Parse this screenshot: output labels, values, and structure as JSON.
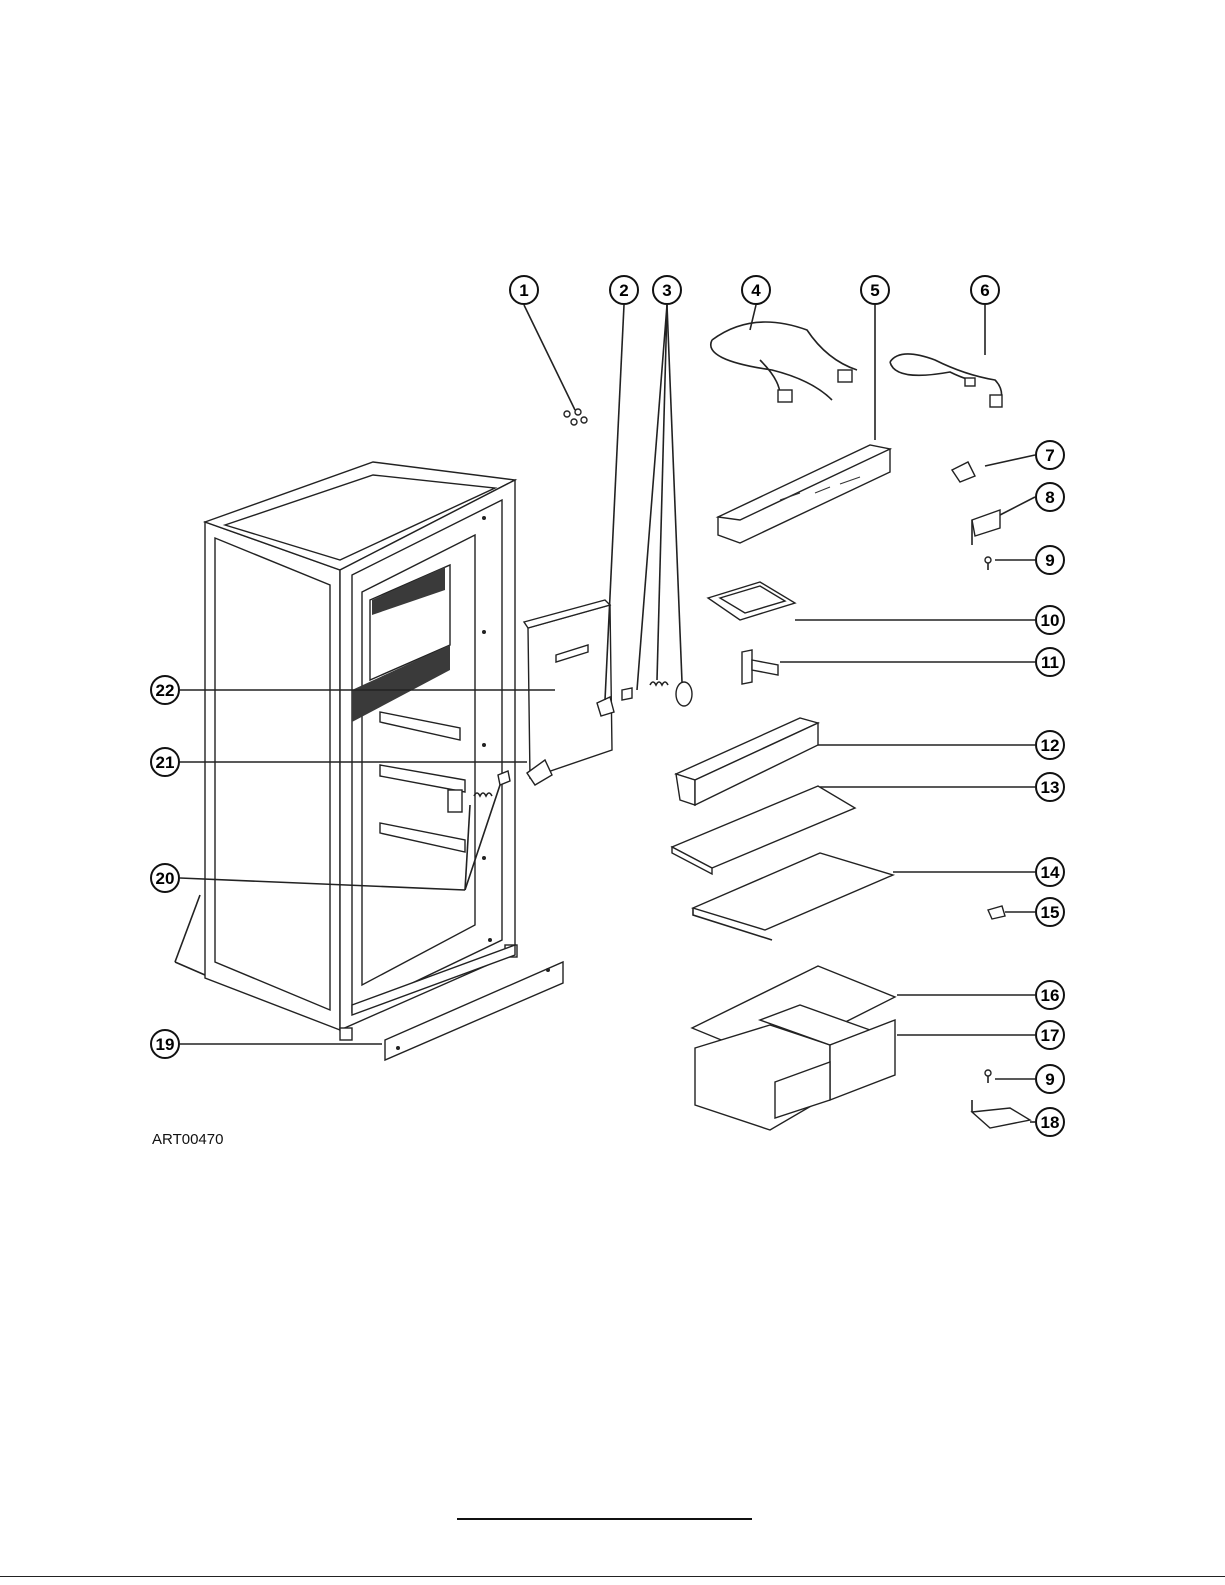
{
  "figure": {
    "art_code": "ART00470",
    "callouts": [
      {
        "id": "callout-1",
        "label": "1"
      },
      {
        "id": "callout-2",
        "label": "2"
      },
      {
        "id": "callout-3",
        "label": "3"
      },
      {
        "id": "callout-4",
        "label": "4"
      },
      {
        "id": "callout-5",
        "label": "5"
      },
      {
        "id": "callout-6",
        "label": "6"
      },
      {
        "id": "callout-7",
        "label": "7"
      },
      {
        "id": "callout-8",
        "label": "8"
      },
      {
        "id": "callout-9a",
        "label": "9"
      },
      {
        "id": "callout-10",
        "label": "10"
      },
      {
        "id": "callout-11",
        "label": "11"
      },
      {
        "id": "callout-12",
        "label": "12"
      },
      {
        "id": "callout-13",
        "label": "13"
      },
      {
        "id": "callout-14",
        "label": "14"
      },
      {
        "id": "callout-15",
        "label": "15"
      },
      {
        "id": "callout-16",
        "label": "16"
      },
      {
        "id": "callout-17",
        "label": "17"
      },
      {
        "id": "callout-9b",
        "label": "9"
      },
      {
        "id": "callout-18",
        "label": "18"
      },
      {
        "id": "callout-19",
        "label": "19"
      },
      {
        "id": "callout-20",
        "label": "20"
      },
      {
        "id": "callout-21",
        "label": "21"
      },
      {
        "id": "callout-22",
        "label": "22"
      }
    ]
  },
  "colors": {
    "line": "#222222",
    "shade": "#3a3a3a",
    "background": "#ffffff"
  }
}
